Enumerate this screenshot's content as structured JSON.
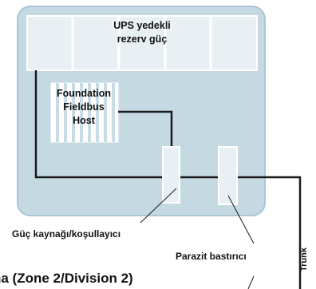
{
  "diagram": {
    "ups_label": "UPS yedekli\nrezerv güç",
    "host_label": "Foundation\nFieldbus\nHost",
    "power_conditioner_label": "Güç kaynağı/koşullayıcı",
    "noise_suppressor_label": "Parazit bastırıcı",
    "trunk_label": "Trunk",
    "bottom_title": "ha (Zone 2/Division 2)",
    "colors": {
      "panel_fill": "#c5d9e3",
      "panel_border": "#a9c6d5",
      "module_fill": "#e9f0f4",
      "module_border": "#ffffff",
      "line": "#1a1a1a"
    }
  }
}
